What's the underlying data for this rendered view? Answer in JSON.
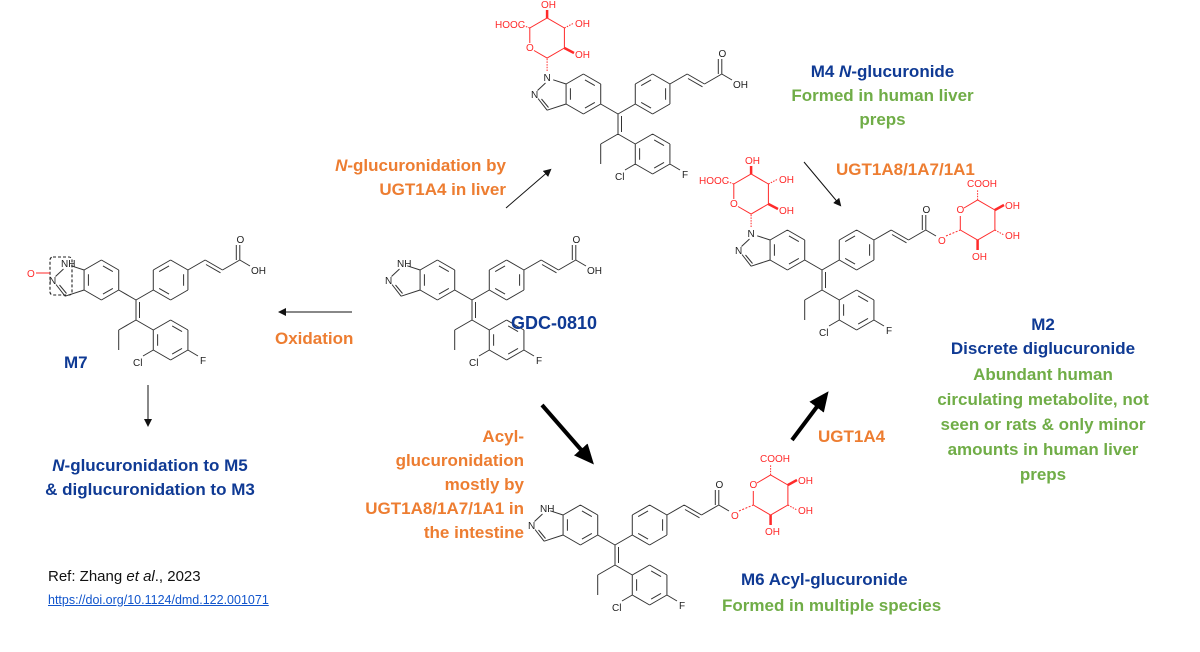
{
  "colors": {
    "title_blue": "#0f3a94",
    "enzyme_orange": "#ed7d31",
    "note_green": "#70ad47",
    "glucuronide_red": "#ff2a2a"
  },
  "atoms": {
    "N": "N",
    "NH": "NH",
    "O": "O",
    "OH": "OH",
    "Cl": "Cl",
    "F": "F",
    "COOH": "COOH",
    "HOOC": "HOOC"
  },
  "parent": {
    "name": "GDC-0810"
  },
  "m4": {
    "title_prefix": "M4 ",
    "title_italic": "N",
    "title_suffix": "-glucuronide",
    "note_lines": [
      "Formed in human liver",
      "preps"
    ]
  },
  "m2": {
    "title": "M2",
    "subtitle": "Discrete diglucuronide",
    "note_lines": [
      "Abundant human",
      "circulating metabolite, not",
      "seen or rats & only minor",
      "amounts in human liver",
      "preps"
    ]
  },
  "m6": {
    "title": "M6 Acyl-glucuronide",
    "note": "Formed in multiple species"
  },
  "m7": {
    "title": "M7",
    "next_italic": "N",
    "next_line1": "-glucuronidation to M5",
    "next_line2": "& diglucuronidation to M3"
  },
  "reactions": {
    "n_gluc_italic": "N",
    "n_gluc_line1": "-glucuronidation by",
    "n_gluc_line2": "UGT1A4 in liver",
    "m4_to_m2": "UGT1A8/1A7/1A1",
    "oxidation": "Oxidation",
    "acyl_lines": [
      "Acyl-",
      "glucuronidation",
      "mostly by",
      "UGT1A8/1A7/1A1 in",
      "the intestine"
    ],
    "m6_to_m2": "UGT1A4"
  },
  "reference": {
    "prefix": "Ref: Zhang ",
    "italic": "et al",
    "suffix": "., 2023",
    "doi": "https://doi.org/10.1124/dmd.122.001071"
  }
}
